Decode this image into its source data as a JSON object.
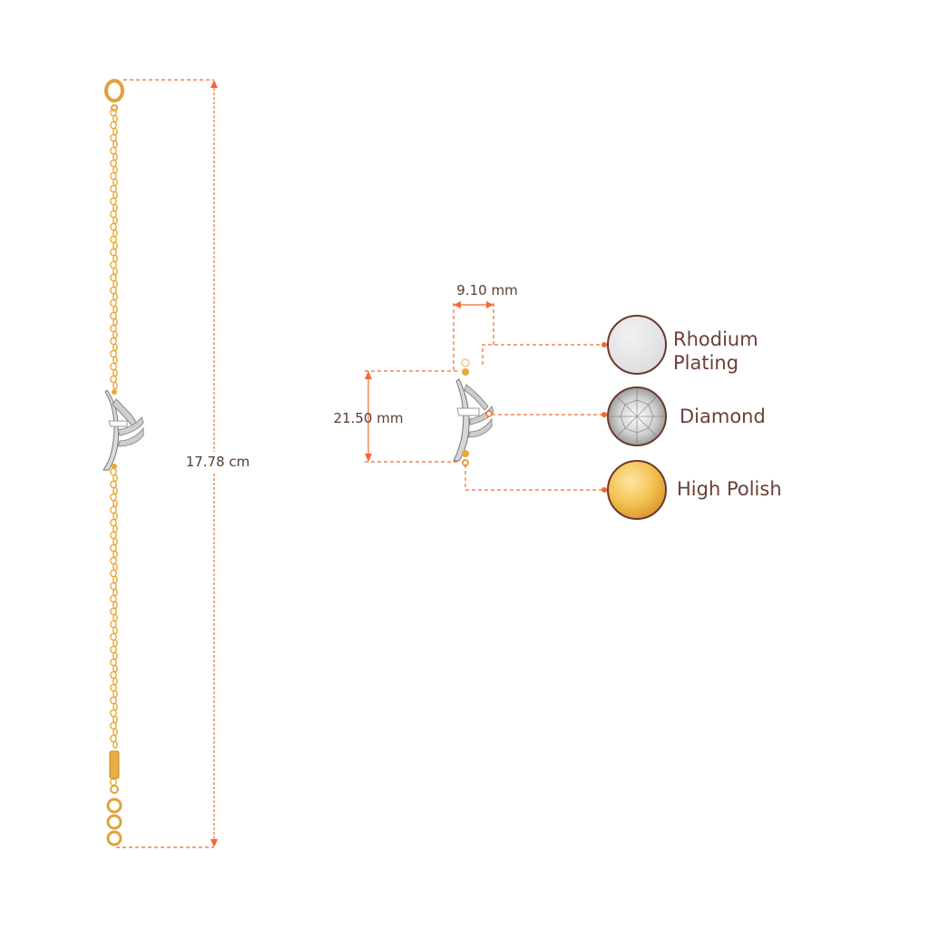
{
  "dimensions": {
    "length": "17.78 cm",
    "pendant_width": "9.10 mm",
    "pendant_height": "21.50 mm"
  },
  "swatches": [
    {
      "label_line1": "Rhodium",
      "label_line2": "Plating",
      "color": "#e4e4e6",
      "icon": "rhodium-plating-swatch"
    },
    {
      "label_line1": "Diamond",
      "label_line2": "",
      "color": "#d9d9d9",
      "icon": "diamond-swatch"
    },
    {
      "label_line1": "High Polish",
      "label_line2": "",
      "color": "#f5c862",
      "icon": "high-polish-swatch"
    }
  ],
  "colors": {
    "dimension_line": "#f26a2e",
    "gold": "#e8a93a",
    "swatch_border": "#6b3a2e",
    "label_text": "#6b3f35"
  }
}
